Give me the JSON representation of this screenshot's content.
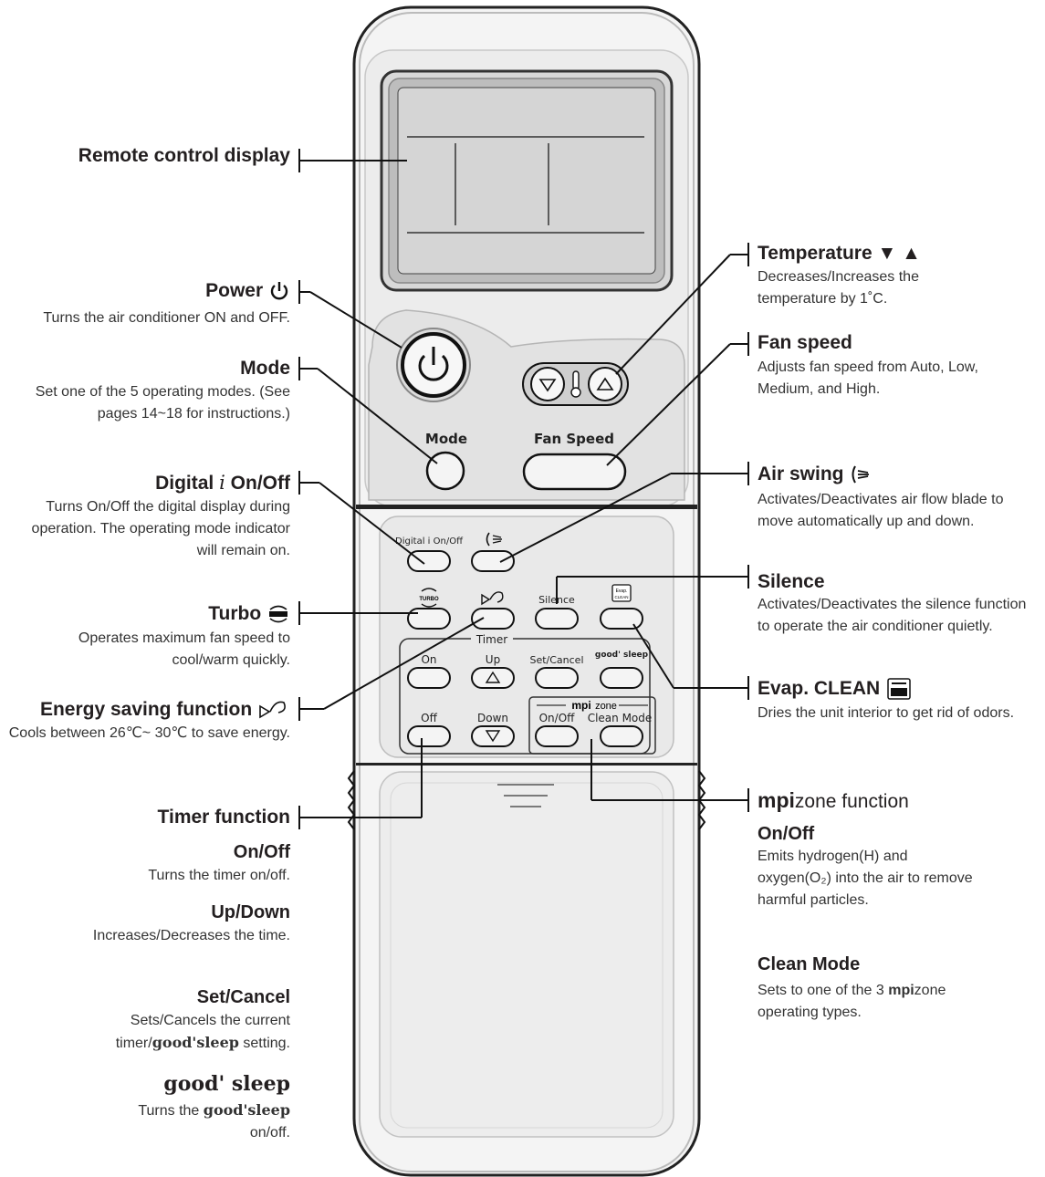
{
  "remote": {
    "buttons": {
      "mode": "Mode",
      "fan_speed": "Fan Speed",
      "digital_onoff": "Digital i On/Off",
      "silence": "Silence",
      "timer": "Timer",
      "timer_on": "On",
      "timer_up": "Up",
      "set_cancel": "Set/Cancel",
      "good_sleep": "good' sleep",
      "timer_off": "Off",
      "timer_down": "Down",
      "mpi_brand": "mpi",
      "mpi_zone": "zone",
      "mpi_onoff": "On/Off",
      "clean_mode": "Clean Mode",
      "turbo_icon_text": "TURBO",
      "evap_icon_text_1": "Evap.",
      "evap_icon_text_2": "CLEAN"
    }
  },
  "left": {
    "display": {
      "title": "Remote control display"
    },
    "power": {
      "title": "Power",
      "desc": "Turns the air conditioner ON and OFF."
    },
    "mode": {
      "title": "Mode",
      "desc": "Set one of the 5 operating modes. (See pages 14~18 for instructions.)"
    },
    "digital": {
      "title_a": "Digital",
      "title_i": "i",
      "title_b": "On/Off",
      "desc": "Turns On/Off the digital display during operation. The operating mode indicator will remain on."
    },
    "turbo": {
      "title": "Turbo",
      "desc": "Operates maximum fan speed to cool/warm quickly."
    },
    "energy": {
      "title": "Energy saving function",
      "desc": "Cools between 26℃~ 30℃ to save energy."
    },
    "timer": {
      "title": "Timer function",
      "onoff_title": "On/Off",
      "onoff_desc": "Turns the timer on/off.",
      "updown_title": "Up/Down",
      "updown_desc": "Increases/Decreases the time.",
      "setcancel_title": "Set/Cancel",
      "setcancel_desc_a": "Sets/Cancels the current",
      "setcancel_desc_b": "timer/",
      "setcancel_brand": "good'sleep",
      "setcancel_desc_c": "setting.",
      "goodsleep_title": "good' sleep",
      "goodsleep_desc_a": "Turns the ",
      "goodsleep_brand": "good'sleep",
      "goodsleep_desc_b": "on/off."
    }
  },
  "right": {
    "temperature": {
      "title": "Temperature ▼ ▲",
      "desc": "Decreases/Increases the temperature by 1˚C."
    },
    "fan": {
      "title": "Fan speed",
      "desc": "Adjusts fan speed from Auto, Low, Medium, and High."
    },
    "swing": {
      "title": "Air swing",
      "desc": "Activates/Deactivates air flow blade to move automatically up and down."
    },
    "silence": {
      "title": "Silence",
      "desc": "Activates/Deactivates the silence function to operate the air conditioner quietly."
    },
    "evap": {
      "title": "Evap. CLEAN",
      "desc": "Dries the unit interior to get rid of odors."
    },
    "mpizone": {
      "title_brand": "mpi",
      "title_rest": "zone function",
      "onoff_title": "On/Off",
      "onoff_desc": "Emits hydrogen(H) and oxygen(O₂) into the air to remove harmful particles.",
      "clean_title": "Clean Mode",
      "clean_desc_a": "Sets to one of the 3 ",
      "clean_brand": "mpi",
      "clean_brand_rest": "zone",
      "clean_desc_b": "operating types."
    }
  }
}
